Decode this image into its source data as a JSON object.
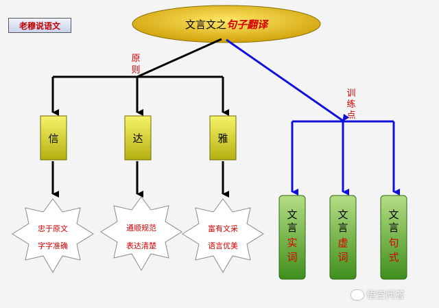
{
  "badge": "老穆说语文",
  "top_node": {
    "prefix": "文言文之",
    "suffix": "句子翻译"
  },
  "left_branch_label": [
    "原",
    "则"
  ],
  "right_branch_label": [
    "训",
    "练",
    "点"
  ],
  "principles": [
    {
      "name": "信",
      "lines": [
        "忠于原文",
        "字字准确"
      ]
    },
    {
      "name": "达",
      "lines": [
        "通顺规范",
        "表达清楚"
      ]
    },
    {
      "name": "雅",
      "lines": [
        "富有文采",
        "语言优美"
      ]
    }
  ],
  "practice_points": [
    {
      "top": "文言",
      "bottom": "实词"
    },
    {
      "top": "文言",
      "bottom": "虚词"
    },
    {
      "top": "文言",
      "bottom": "句式"
    }
  ],
  "watermark": "悟空问答",
  "colors": {
    "left_connector": "#000000",
    "right_connector": "#1010dd",
    "accent_red": "#d40000"
  }
}
